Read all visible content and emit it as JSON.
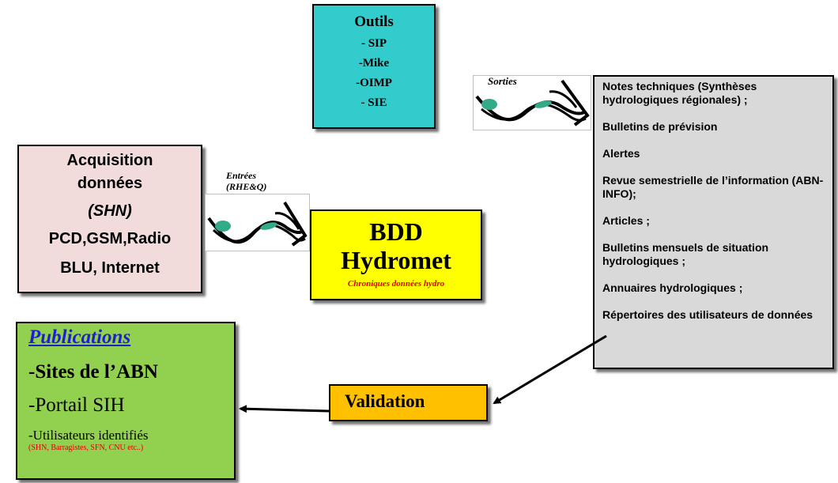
{
  "outils": {
    "title": "Outils",
    "items": [
      "- SIP",
      "-Mike",
      "-OIMP",
      "- SIE"
    ]
  },
  "acquisition": {
    "line1": "Acquisition",
    "line2": "données",
    "line3": "(SHN)",
    "line4": "PCD,GSM,Radio",
    "line5": "BLU, Internet"
  },
  "entrees": {
    "line1": "Entrées",
    "line2": "(RHE&Q)"
  },
  "sorties_label": "Sorties",
  "bdd": {
    "line1": "BDD",
    "line2": "Hydromet",
    "subtitle": "Chroniques données hydro"
  },
  "sorties_items": [
    "Notes techniques (Synthèses hydrologiques régionales) ;",
    "Bulletins de prévision",
    "Alertes",
    "Revue semestrielle de l’information (ABN-INFO);",
    "Articles ;",
    "Bulletins mensuels de situation hydrologiques ;",
    "Annuaires hydrologiques ;",
    "Répertoires des utilisateurs de données"
  ],
  "validation": "Validation",
  "publications": {
    "title": "Publications",
    "item1": "-Sites de l’ABN",
    "item2": "-Portail SIH",
    "item3": "-Utilisateurs identifiés",
    "item3_note": "(SHN, Barragistes, SFN, CNU etc..)"
  },
  "colors": {
    "outils": "#33cccc",
    "acquisition": "#f2dcdb",
    "bdd": "#ffff00",
    "sorties": "#d9d9d9",
    "publications": "#92d050",
    "validation": "#ffc000",
    "red_text": "#e00000",
    "blue_heading": "#1f1fd0"
  }
}
